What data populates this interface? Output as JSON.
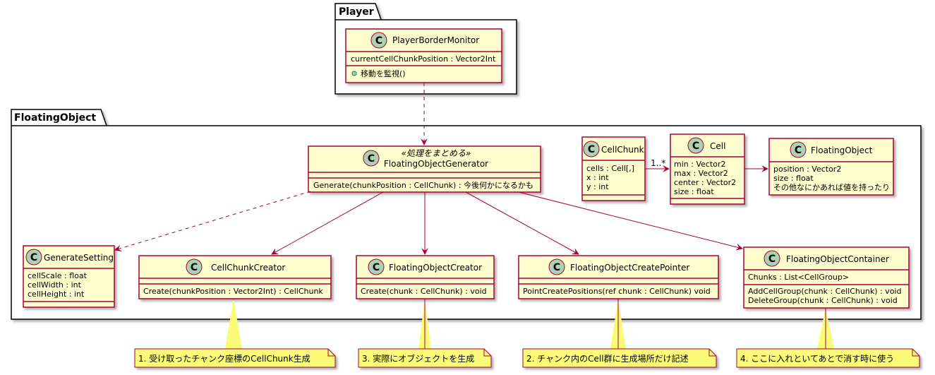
{
  "packages": {
    "player": {
      "title": "Player"
    },
    "floating": {
      "title": "FloatingObject"
    }
  },
  "classes": {
    "player_border_monitor": {
      "icon": "C",
      "name": "PlayerBorderMonitor",
      "fields": [
        "currentCellChunkPosition : Vector2Int"
      ],
      "methods": [
        "移動を監視()"
      ]
    },
    "generator": {
      "icon": "C",
      "stereotype": "«処理をまとめる»",
      "name": "FloatingObjectGenerator",
      "fields": [],
      "methods": [
        "Generate(chunkPosition : CellChunk) : 今後何かになるかも"
      ]
    },
    "cell_chunk": {
      "icon": "C",
      "name": "CellChunk",
      "fields": [
        "cells : Cell[,]",
        "x : int",
        "y : int"
      ]
    },
    "cell": {
      "icon": "C",
      "name": "Cell",
      "fields": [
        "min : Vector2",
        "max : Vector2",
        "center : Vector2",
        "size : float"
      ]
    },
    "floating_object": {
      "icon": "C",
      "name": "FloatingObject",
      "fields": [
        "position : Vector2",
        "size : float",
        "その他なにかあれば値を持ったり"
      ]
    },
    "generate_setting": {
      "icon": "C",
      "name": "GenerateSetting",
      "fields": [
        "cellScale : float",
        "cellWidth : int",
        "cellHeight : int"
      ]
    },
    "cell_chunk_creator": {
      "icon": "C",
      "name": "CellChunkCreator",
      "fields": [],
      "methods": [
        "Create(chunkPosition : Vector2Int) : CellChunk"
      ]
    },
    "floating_object_creator": {
      "icon": "C",
      "name": "FloatingObjectCreator",
      "fields": [],
      "methods": [
        "Create(chunk : CellChunk) : void"
      ]
    },
    "create_pointer": {
      "icon": "C",
      "name": "FloatingObjectCreatePointer",
      "fields": [],
      "methods": [
        "PointCreatePositions(ref chunk : CellChunk) void"
      ]
    },
    "container": {
      "icon": "C",
      "name": "FloatingObjectContainer",
      "fields": [
        "Chunks : List<CellGroup>"
      ],
      "methods": [
        "AddCellGroup(chunk : CellChunk) : void",
        "DeleteGroup(chunk : CellChunk) : void"
      ]
    }
  },
  "multiplicity": {
    "chunk_to_cell": "1..*"
  },
  "notes": {
    "note1": "1. 受け取ったチャンク座標のCellChunk生成",
    "note3": "3. 実際にオブジェクトを生成",
    "note2": "2. チャンク内のCell群に生成場所だけ記述",
    "note4": "4. ここに入れといてあとで消す時に使う"
  },
  "colors": {
    "class_fill": "#FEFECE",
    "border": "#A80036",
    "icon_fill": "#ADD1B2",
    "note_fill": "#FBFB77"
  }
}
